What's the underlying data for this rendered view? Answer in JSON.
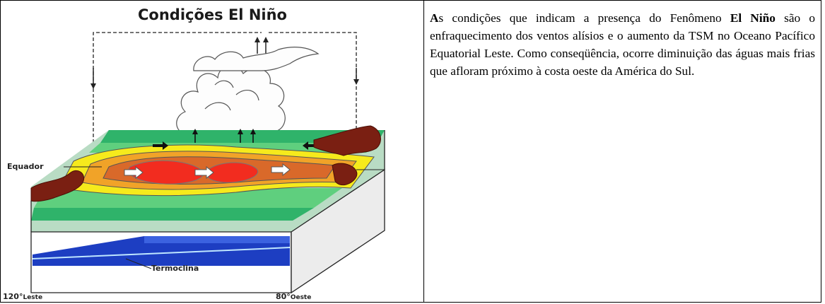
{
  "figure": {
    "title": "Condições El Niño",
    "labels": {
      "equator": "Equador",
      "thermocline": "Termoclina",
      "left_lon_value": "120°",
      "left_lon_unit": "Leste",
      "right_lon_value": "80°",
      "right_lon_unit": "Oeste"
    }
  },
  "description": {
    "lead_letter": "A",
    "part1": "s condições que indicam a presença do Fenômeno ",
    "bold_term": "El Niño",
    "part2": " são o enfraquecimento dos ventos alísios e o aumento da TSM no Oceano Pacífico Equatorial Leste. Como conseqüência, ocorre diminuição das águas mais frias que afloram próximo à costa oeste da América do Sul."
  }
}
